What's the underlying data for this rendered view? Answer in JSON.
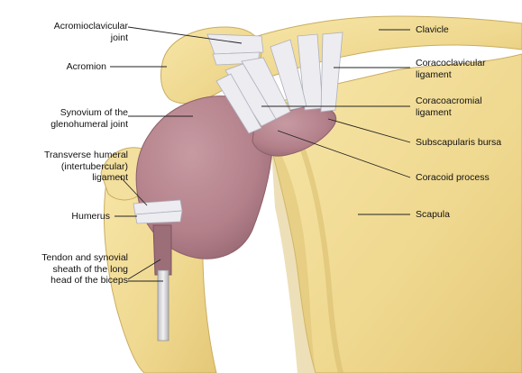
{
  "colors": {
    "bone": "#efdb95",
    "bone_shadow": "#dcc170",
    "bone_highlight": "#faf0c8",
    "capsule": "#b9868f",
    "capsule_dark": "#946670",
    "ligament": "#e6e6ec",
    "ligament_shadow": "#aeb0bc",
    "tendon": "#d6d6d9",
    "leader": "#222222"
  },
  "labels": {
    "acromioclavicular": "Acromioclavicular\njoint",
    "acromion": "Acromion",
    "synovium": "Synovium of the\nglenohumeral joint",
    "transverse": "Transverse humeral\n(intertubercular)\nligament",
    "humerus": "Humerus",
    "tendon": "Tendon and synovial\nsheath of the long\nhead of the biceps",
    "clavicle": "Clavicle",
    "coracoclavicular": "Coracoclavicular\nligament",
    "coracoacromial": "Coracoacromial\nligament",
    "subscapularis": "Subscapularis bursa",
    "coracoid": "Coracoid process",
    "scapula": "Scapula"
  }
}
